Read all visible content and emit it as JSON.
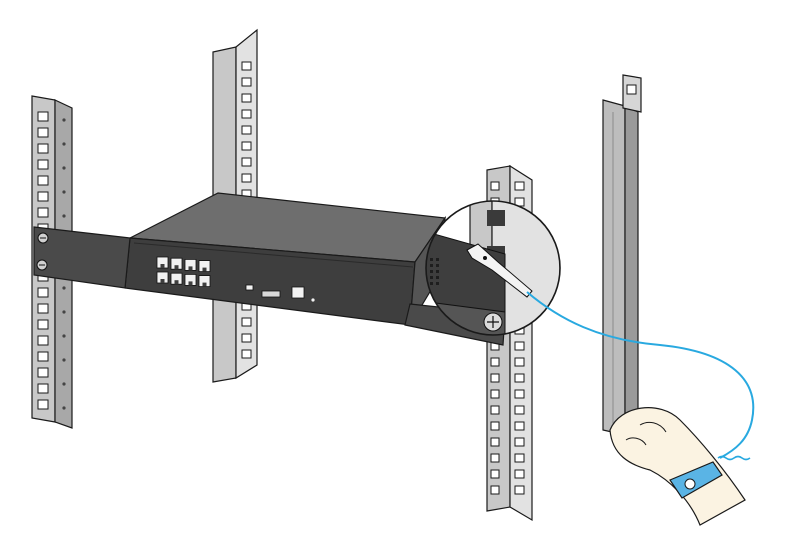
{
  "figure": {
    "subject": "switch-rack-mount-with-esd-wrist-strap",
    "colors": {
      "rail_fill": "#c8c8c8",
      "rail_light": "#e6e6e6",
      "rail_dark": "#8a8a8a",
      "outline": "#1a1a1a",
      "chassis_top": "#6e6e6e",
      "chassis_front": "#3e3e3e",
      "chassis_side": "#555555",
      "bracket": "#4a4a4a",
      "cable": "#29a9e0",
      "strap": "#5ab4e5",
      "skin": "#fbf3e2",
      "port": "#f2f2f2"
    },
    "icons": {
      "wrist_strap": "esd-wrist-strap-icon",
      "callout": "magnifier-callout-icon",
      "screw": "rack-screw-icon"
    },
    "switch": {
      "rj45_port_count": 8,
      "port_layout": "2-rows-4-columns"
    }
  }
}
